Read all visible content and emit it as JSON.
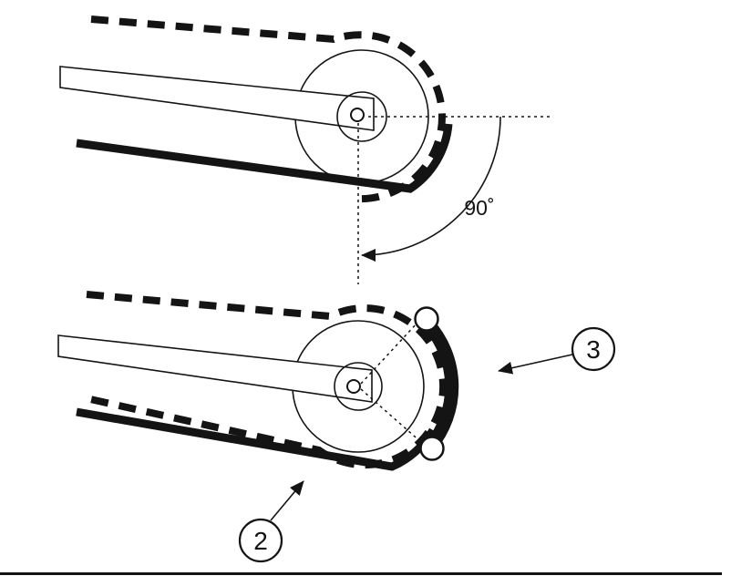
{
  "page": {
    "background": "#ffffff",
    "ink": "#141414"
  },
  "top_figure": {
    "description": "guide-bar nose with chain path and 90-degree reference angle",
    "angle_label": "90˚"
  },
  "bottom_figure": {
    "description": "guide-bar nose with tip guard",
    "callouts": [
      {
        "label": "2"
      },
      {
        "label": "3"
      }
    ]
  }
}
